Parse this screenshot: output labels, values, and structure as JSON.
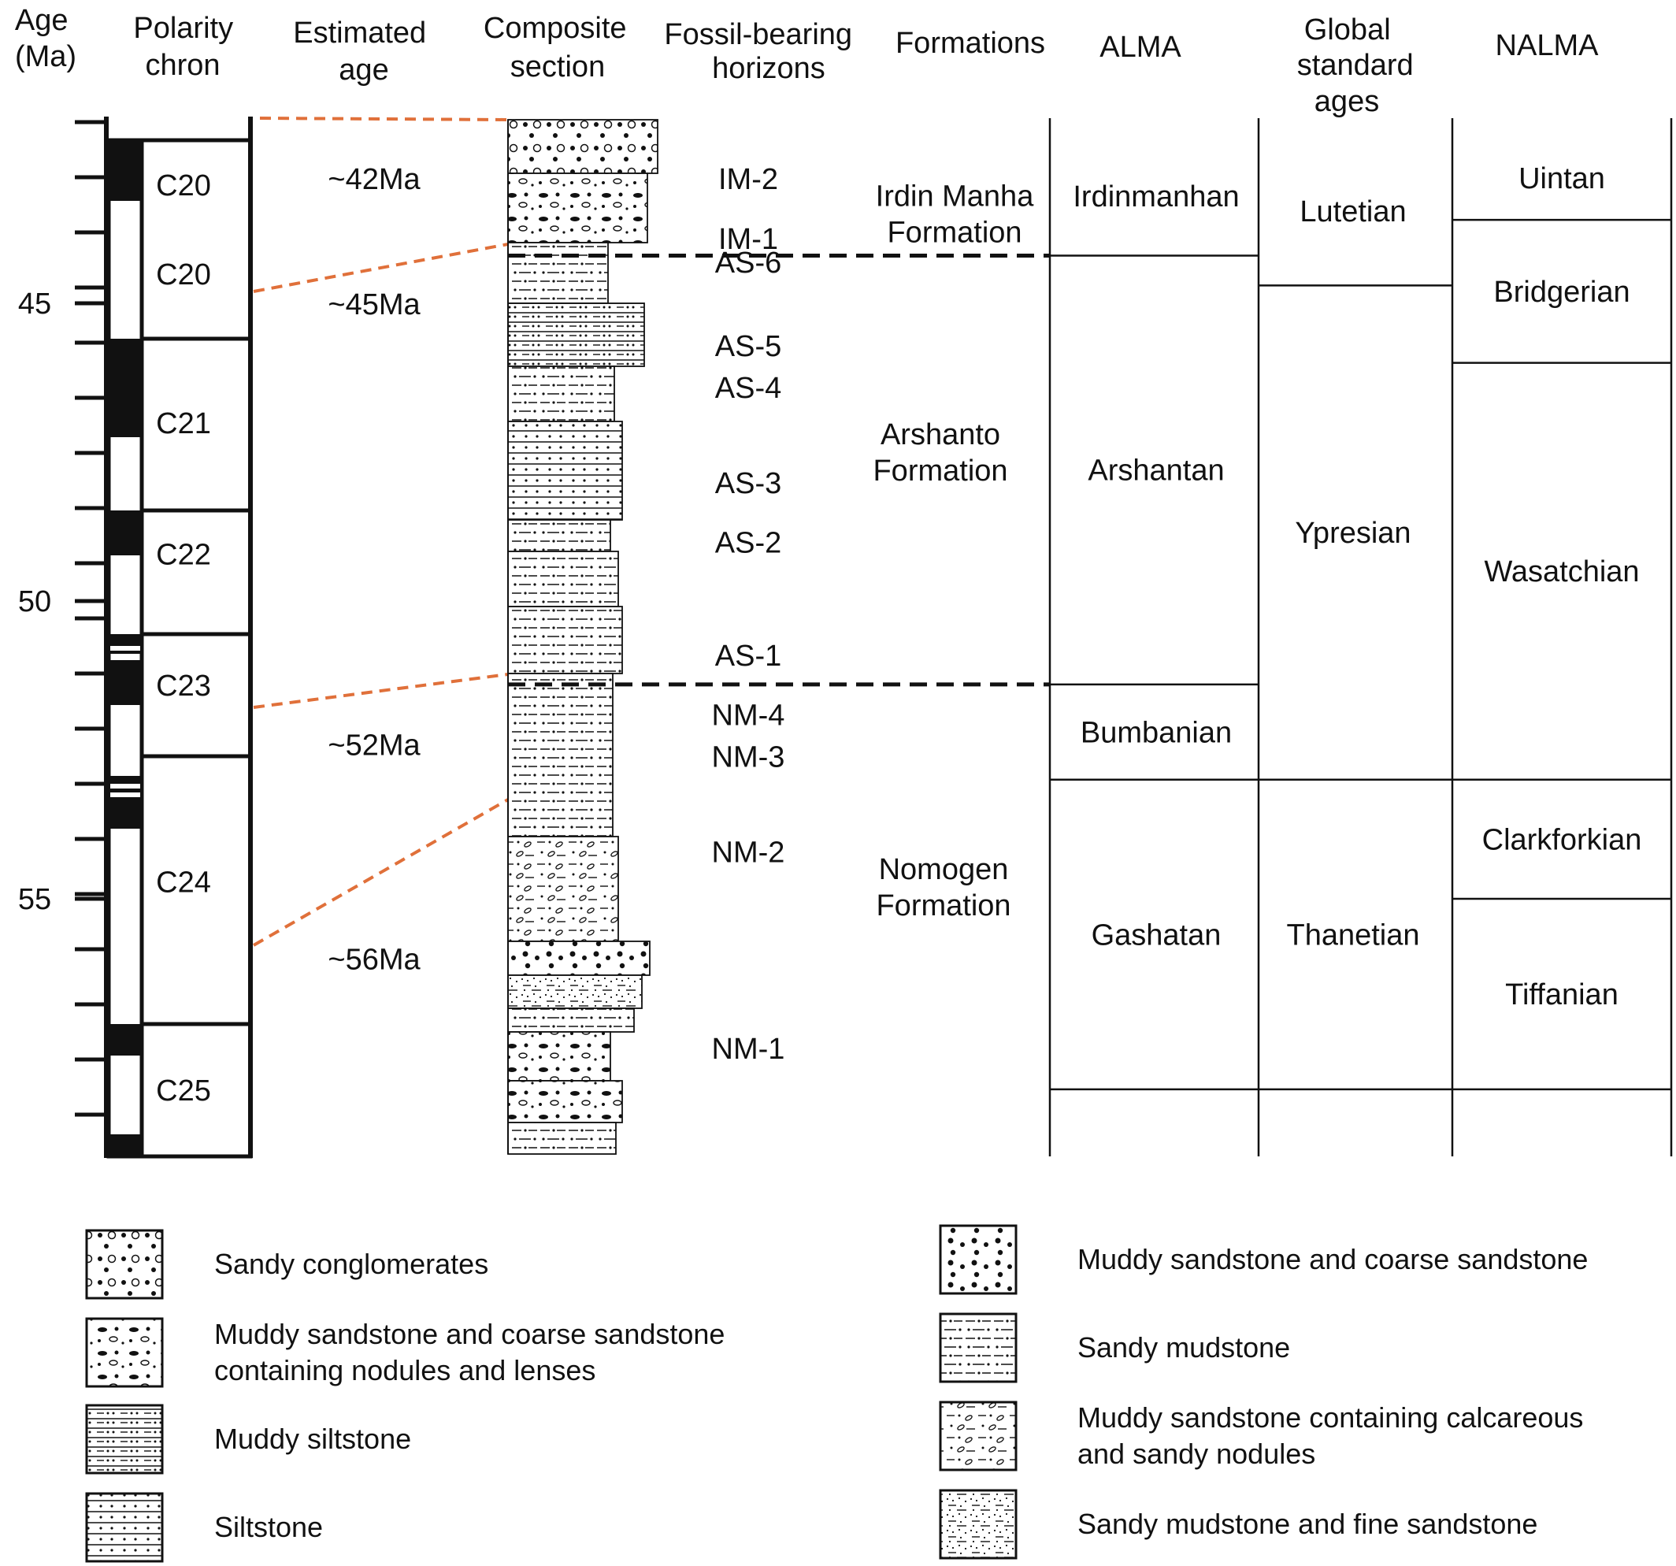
{
  "headers": {
    "age": [
      "Age",
      "(Ma)"
    ],
    "polarity": [
      "Polarity",
      "chron"
    ],
    "estimated": [
      "Estimated",
      "age"
    ],
    "composite": [
      "Composite",
      "section"
    ],
    "fossil": [
      "Fossil-bearing",
      "horizons"
    ],
    "formations": [
      "Formations"
    ],
    "alma": [
      "ALMA"
    ],
    "global": [
      "Global",
      "standard",
      "ages"
    ],
    "nalma": [
      "NALMA"
    ]
  },
  "age_ticks": [
    {
      "label": "45",
      "age": 45
    },
    {
      "label": "50",
      "age": 50
    },
    {
      "label": "55",
      "age": 55
    }
  ],
  "polarity_chrons": [
    {
      "label": "C20",
      "age": 43.0
    },
    {
      "label": "C20",
      "age": 44.5
    },
    {
      "label": "C21",
      "age": 47.0
    },
    {
      "label": "C22",
      "age": 49.2
    },
    {
      "label": "C23",
      "age": 51.4
    },
    {
      "label": "C24",
      "age": 54.7
    },
    {
      "label": "C25",
      "age": 58.2
    }
  ],
  "estimated_ages": [
    {
      "label": "~42Ma",
      "age": 42.9
    },
    {
      "label": "~45Ma",
      "age": 45.0
    },
    {
      "label": "~52Ma",
      "age": 52.4
    },
    {
      "label": "~56Ma",
      "age": 56.0
    }
  ],
  "fossil_horizons": [
    {
      "label": "IM-2",
      "age": 42.9
    },
    {
      "label": "IM-1",
      "age": 43.9
    },
    {
      "label": "AS-6",
      "age": 44.3
    },
    {
      "label": "AS-5",
      "age": 45.7
    },
    {
      "label": "AS-4",
      "age": 46.4
    },
    {
      "label": "AS-3",
      "age": 48.0
    },
    {
      "label": "AS-2",
      "age": 49.0
    },
    {
      "label": "AS-1",
      "age": 50.9
    },
    {
      "label": "NM-4",
      "age": 51.9
    },
    {
      "label": "NM-3",
      "age": 52.6
    },
    {
      "label": "NM-2",
      "age": 54.2
    },
    {
      "label": "NM-1",
      "age": 57.5
    }
  ],
  "formations": [
    {
      "lines": [
        "Irdin Manha",
        "Formation"
      ],
      "age": 43.5
    },
    {
      "lines": [
        "Arshanto",
        "Formation"
      ],
      "age": 47.5
    },
    {
      "lines": [
        "Nomogen",
        "Formation"
      ],
      "age": 54.8
    }
  ],
  "alma": [
    {
      "label": "Irdinmanhan",
      "top": 42.2,
      "bottom": 44.2
    },
    {
      "label": "Arshantan",
      "top": 44.2,
      "bottom": 51.4
    },
    {
      "label": "Bumbanian",
      "top": 51.4,
      "bottom": 53.0
    },
    {
      "label": "Gashatan",
      "top": 53.0,
      "bottom": 58.2
    }
  ],
  "global_ages": [
    {
      "label": "Lutetian",
      "top": 42.2,
      "bottom": 44.7
    },
    {
      "label": "Ypresian",
      "top": 44.7,
      "bottom": 53.0
    },
    {
      "label": "Thanetian",
      "top": 53.0,
      "bottom": 58.2
    }
  ],
  "nalma": [
    {
      "label": "Uintan",
      "top": 42.2,
      "bottom": 43.6
    },
    {
      "label": "Bridgerian",
      "top": 43.6,
      "bottom": 46.0
    },
    {
      "label": "Wasatchian",
      "top": 46.0,
      "bottom": 53.0
    },
    {
      "label": "Clarkforkian",
      "top": 53.0,
      "bottom": 55.0
    },
    {
      "label": "Tiffanian",
      "top": 55.0,
      "bottom": 58.2
    }
  ],
  "legend": {
    "left": [
      {
        "lines": [
          "Sandy conglomerates"
        ],
        "pattern": "sandy-conglomerate"
      },
      {
        "lines": [
          "Muddy sandstone and coarse sandstone",
          "containing nodules and lenses"
        ],
        "pattern": "nodules-lenses"
      },
      {
        "lines": [
          "Muddy siltstone"
        ],
        "pattern": "muddy-siltstone"
      },
      {
        "lines": [
          "Siltstone"
        ],
        "pattern": "siltstone"
      }
    ],
    "right": [
      {
        "lines": [
          "Muddy sandstone and coarse sandstone"
        ],
        "pattern": "coarse-sandstone"
      },
      {
        "lines": [
          "Sandy mudstone"
        ],
        "pattern": "sandy-mudstone"
      },
      {
        "lines": [
          "Muddy sandstone containing calcareous",
          "and sandy nodules"
        ],
        "pattern": "calcareous-nodules"
      },
      {
        "lines": [
          "Sandy mudstone and fine sandstone"
        ],
        "pattern": "fine-sandstone"
      }
    ]
  },
  "colors": {
    "line": "#111111",
    "correlation": "#e0703a",
    "boundary": "#111111"
  }
}
